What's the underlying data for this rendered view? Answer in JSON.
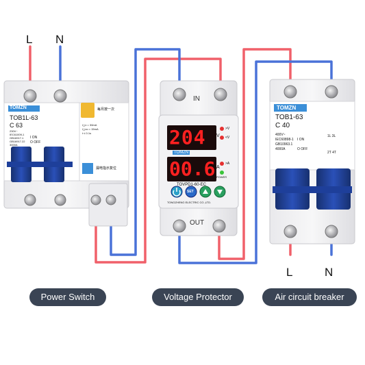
{
  "terminals": {
    "left_l": "L",
    "left_n": "N",
    "right_l": "L",
    "right_n": "N",
    "vp_in": "IN",
    "vp_out": "OUT"
  },
  "power_switch": {
    "brand": "TOMZN",
    "model": "TOB1L-63",
    "rating": "C 63",
    "spec_lines": [
      "230V~",
      "IEC61009-1",
      "GB16917.1",
      "GB16917.22",
      "3000A"
    ],
    "on_text": "I ON",
    "off_text": "O OFF",
    "test_label": "每月按一次",
    "rcd_spec": [
      "I△n = 30mA",
      "I△no = 15mA",
      "t ≤ 0.1s"
    ],
    "warn_label": "漏电指示复位"
  },
  "voltage_protector": {
    "voltage_reading": "204",
    "current_reading": "00.6",
    "unit_v": "V",
    "unit_a": "A",
    "indicators": [
      ">V",
      "<V",
      ">A",
      "POWER"
    ],
    "brand": "TOMZN",
    "model": "TOVPD1-60-EC",
    "set_button": "SET",
    "company": "TONGZHENG ELECTRIC CO.,LTD."
  },
  "air_breaker": {
    "brand": "TOMZN",
    "model": "TOB1-63",
    "rating": "C 40",
    "spec_lines": [
      "400V~",
      "IEC60898-1",
      "GB10963.1",
      "4000A"
    ],
    "on_text": "I ON",
    "off_text": "O OFF",
    "pole_top": "1L  3L",
    "pole_bottom": "2T  4T"
  },
  "captions": {
    "power_switch": "Power Switch",
    "voltage_protector": "Voltage Protector",
    "air_breaker": "Air circuit breaker"
  },
  "colors": {
    "live_wire": "#f0606a",
    "neutral_wire": "#4a72d8",
    "breaker_handle": "#1e3f9a",
    "display_red": "#ff2020",
    "caption_bg": "#3a4454"
  }
}
